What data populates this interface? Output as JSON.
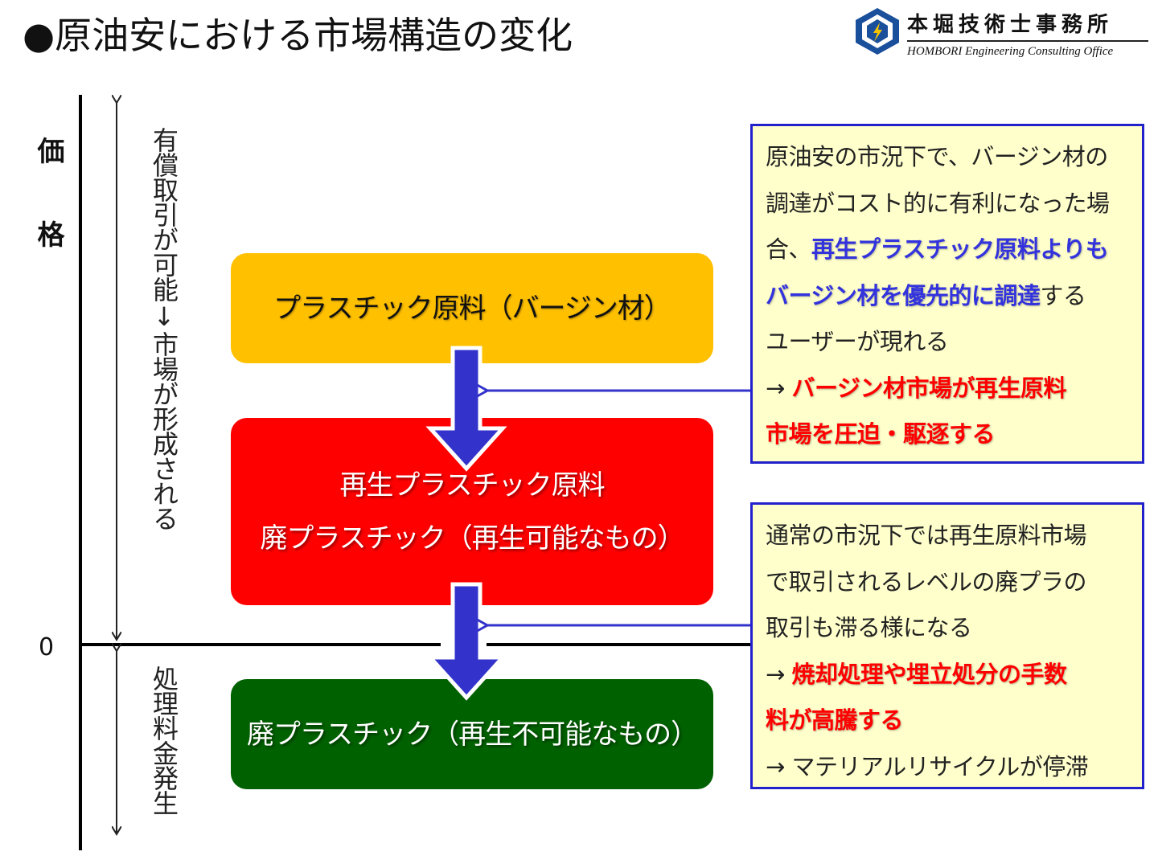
{
  "title": "●原油安における市場構造の変化",
  "logo": {
    "name_ja": "本堀技術士事務所",
    "name_en": "HOMBORI Engineering Consulting Office",
    "icon": "company-logo-icon"
  },
  "axis": {
    "price_label": "価格",
    "zero_label": "0",
    "upper_range_label": "有償取引が可能↓市場が形成される",
    "lower_range_label": "処理料金発生"
  },
  "boxes": {
    "top": {
      "label": "プラスチック原料（バージン材）",
      "color": "#ffc000"
    },
    "middle": {
      "line1": "再生プラスチック原料",
      "line2": "廃プラスチック（再生可能なもの）",
      "color": "#ff0000"
    },
    "bottom": {
      "label": "廃プラスチック（再生不可能なもの）",
      "color": "#006100"
    }
  },
  "note1": {
    "t1": "原油安の市況下で、バージン材の",
    "t2": "調達がコスト的に有利になった場",
    "t3": "合、",
    "t4": "再生プラスチック原料よりも",
    "t5": "バージン材を優先的に調達",
    "t6": "する",
    "t7": "ユーザーが現れる",
    "t8": "→ ",
    "t9": "バージン材市場が再生原料",
    "t10": "市場を圧迫・駆逐する"
  },
  "note2": {
    "t1": "通常の市況下では再生原料市場",
    "t2": "で取引されるレベルの廃プラの",
    "t3": "取引も滞る様になる",
    "t4": "→ ",
    "t5": "焼却処理や埋立処分の手数",
    "t6": "料が高騰する",
    "t7": "→ マテリアルリサイクルが停滞"
  },
  "colors": {
    "arrow_fill": "#3333cc",
    "note_border": "#2222cc",
    "note_bg": "#ffffcc",
    "emphasis_blue": "#3333dd",
    "emphasis_red": "#ff0000"
  }
}
